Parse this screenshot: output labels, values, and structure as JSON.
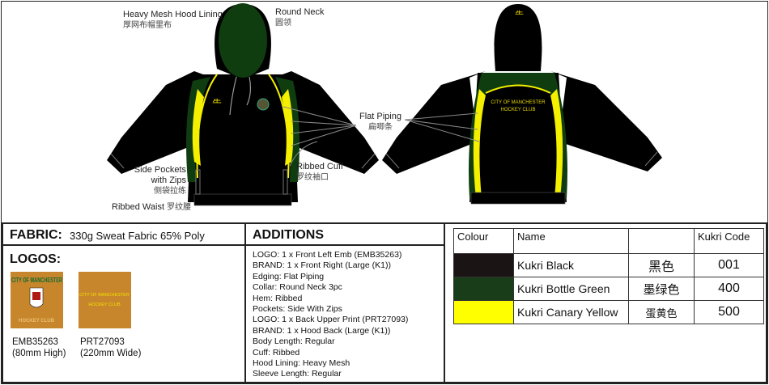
{
  "annotations": {
    "hood_lining": {
      "en": "Heavy Mesh Hood Lining",
      "cn": "厚网布帽里布"
    },
    "round_neck": {
      "en": "Round Neck",
      "cn": "圆领"
    },
    "flat_piping": {
      "en": "Flat Piping",
      "cn": "扁唧条"
    },
    "ribbed_cuff": {
      "en": "Ribbed Cuff",
      "cn": "罗纹袖口"
    },
    "side_pockets": {
      "en_line1": "Side Pockets",
      "en_line2": "with Zips",
      "cn": "侧袋拉练"
    },
    "ribbed_waist": {
      "en": "Ribbed Waist",
      "cn": "罗纹腰"
    },
    "back_print": {
      "line1": "CITY OF MANCHESTER",
      "line2": "HOCKEY CLUB"
    }
  },
  "fabric": {
    "label": "FABRIC:",
    "value": "330g Sweat Fabric 65% Poly"
  },
  "logos": {
    "label": "LOGOS:",
    "items": [
      {
        "code": "EMB35263",
        "size": "(80mm High)",
        "text_top": "CITY OF MANCHESTER",
        "text_bottom": "HOCKEY CLUB"
      },
      {
        "code": "PRT27093",
        "size": "(220mm Wide)",
        "text_top": "CITY OF MANCHESTER",
        "text_bottom": "HOCKEY CLUB"
      }
    ]
  },
  "additions": {
    "label": "ADDITIONS",
    "items": [
      "LOGO: 1 x Front Left Emb (EMB35263)",
      "BRAND: 1 x Front Right (Large (K1))",
      "Edging: Flat Piping",
      "Collar: Round Neck 3pc",
      "Hem: Ribbed",
      "Pockets: Side With Zips",
      "LOGO: 1 x Back Upper Print (PRT27093)",
      "BRAND: 1 x Hood Back (Large (K1))",
      "Body Length: Regular",
      "Cuff: Ribbed",
      "Hood Lining: Heavy Mesh",
      "Sleeve Length: Regular"
    ]
  },
  "colour_table": {
    "headers": [
      "Colour",
      "Name",
      "",
      "Kukri Code"
    ],
    "rows": [
      {
        "swatch": "#1a1414",
        "name": "Kukri Black",
        "cn": "黑色",
        "code": "001"
      },
      {
        "swatch": "#183d18",
        "name": "Kukri Bottle Green",
        "cn": "墨绿色",
        "code": "400"
      },
      {
        "swatch": "#ffff00",
        "name": "Kukri Canary Yellow",
        "cn": "蛋黄色",
        "code": "500"
      }
    ]
  },
  "colors": {
    "black": "#000000",
    "green": "#0f3d10",
    "yellow": "#f5f000",
    "logo_bg": "#c8862c"
  }
}
